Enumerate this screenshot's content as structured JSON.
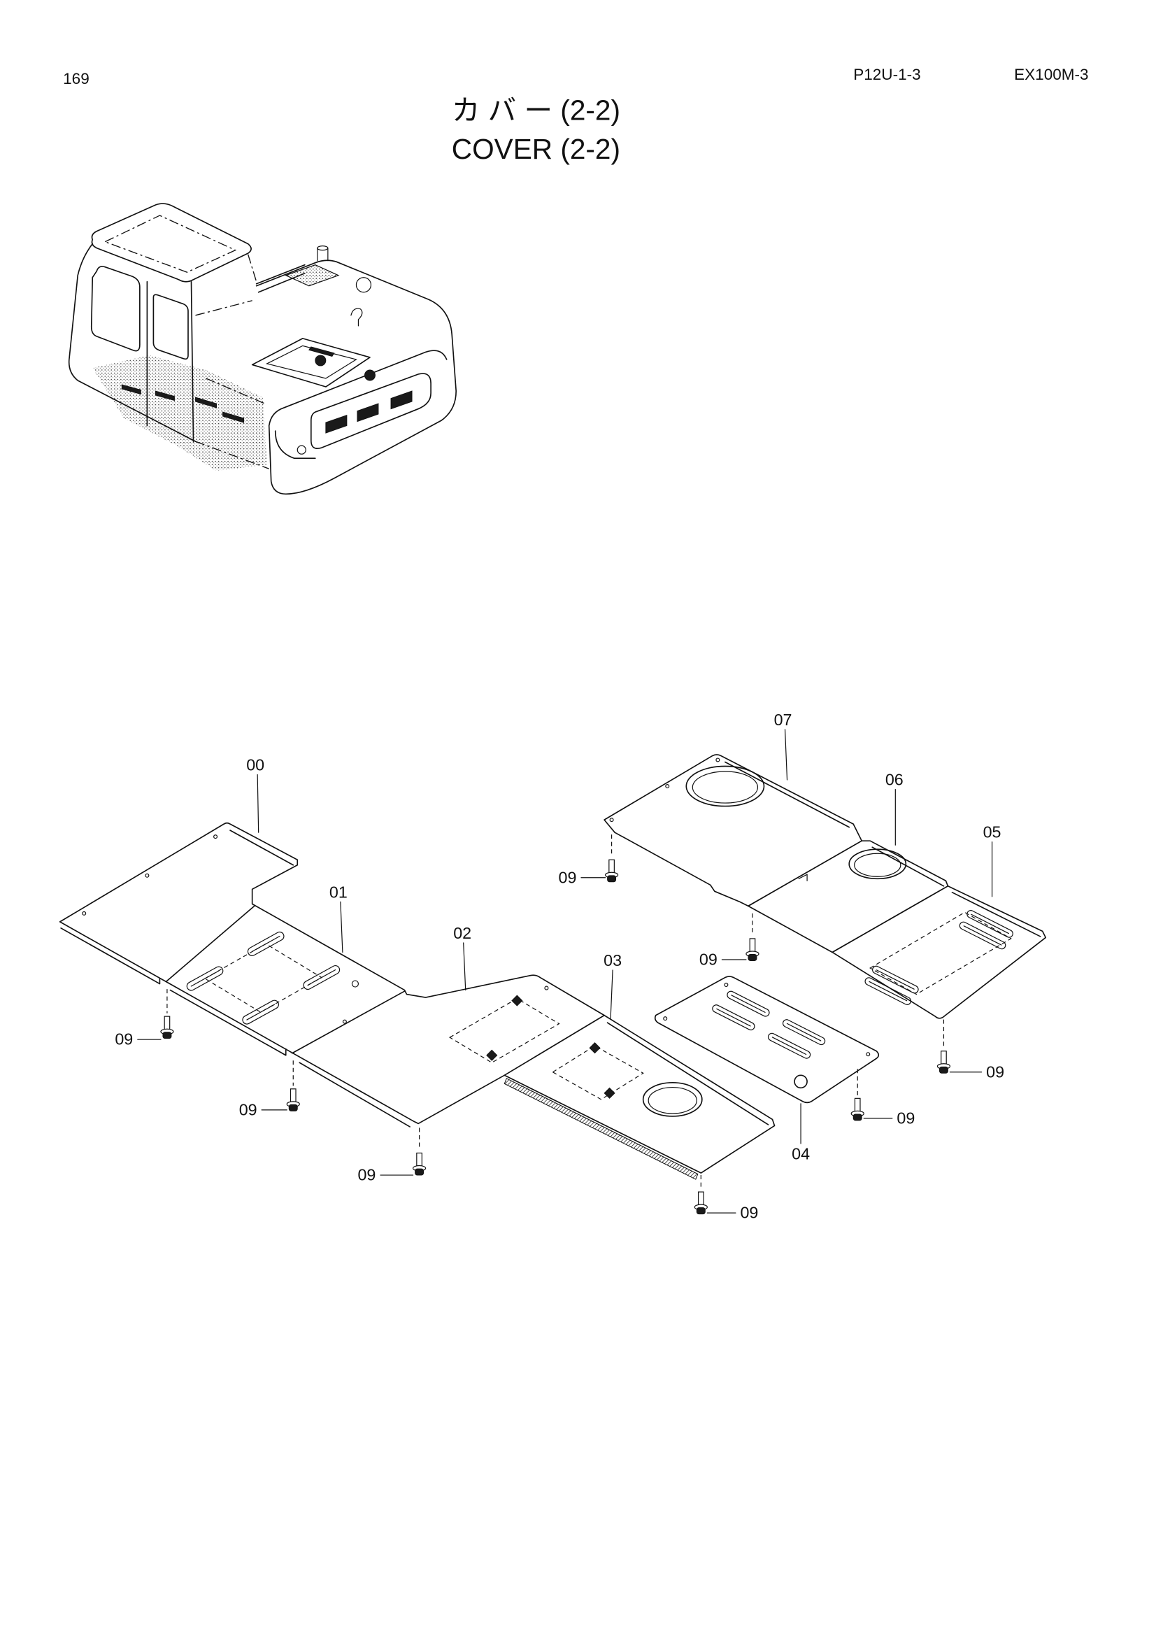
{
  "header": {
    "page_number": "169",
    "section_code": "P12U-1-3",
    "model": "EX100M-3"
  },
  "title": {
    "japanese": "カ バ ー (2-2)",
    "english": "COVER (2-2)"
  },
  "callouts": [
    "07",
    "00",
    "06",
    "05",
    "01",
    "09",
    "02",
    "03",
    "09",
    "09",
    "09",
    "09",
    "09",
    "04",
    "09",
    "09"
  ]
}
